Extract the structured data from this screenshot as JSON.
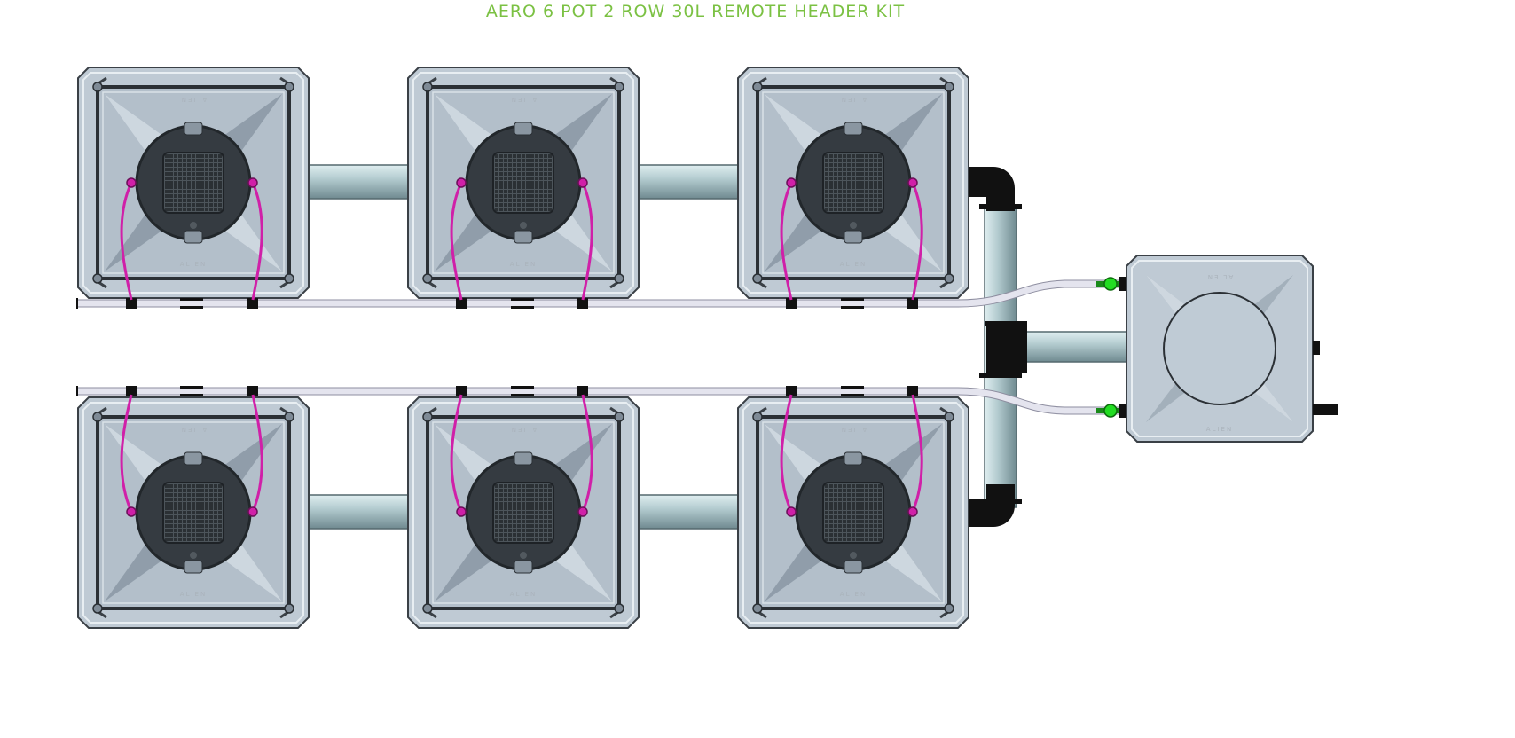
{
  "title": "AERO 6 POT 2 ROW 30L REMOTE HEADER KIT",
  "pot_label": "ALIEN",
  "rows": 2,
  "pots_per_row": 3,
  "colors": {
    "title": "#7bc143",
    "pot_body": "#bcc8d2",
    "pot_dark": "#2e3338",
    "pipe": "#a8c4c8",
    "fitting": "#111111",
    "hose": "#e2e2ec",
    "dripper_line": "#d020a8",
    "valve": "#22dd22"
  }
}
